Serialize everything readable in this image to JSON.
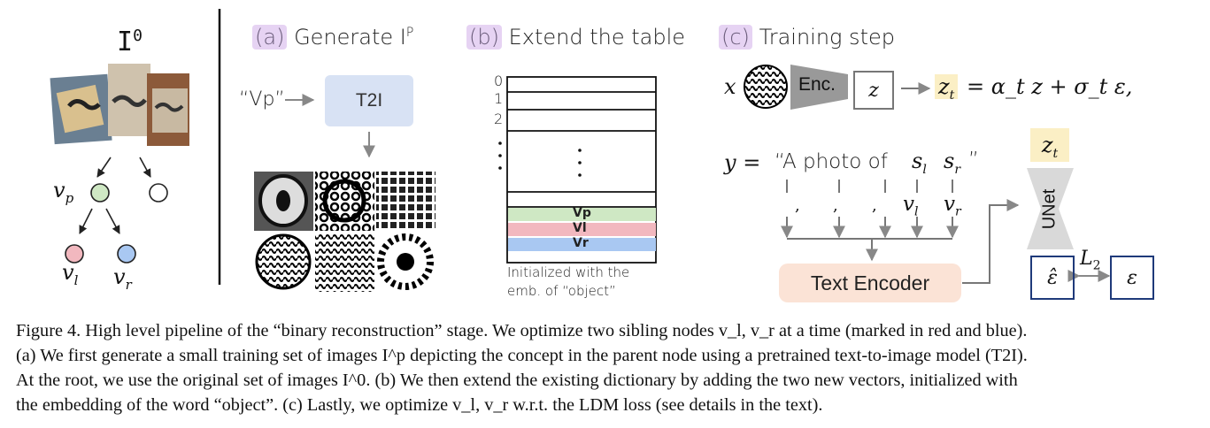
{
  "root_label": "I",
  "root_sup": "0",
  "tree": {
    "vp": "v",
    "vp_sub": "p",
    "vl": "v",
    "vl_sub": "l",
    "vr": "v",
    "vr_sub": "r"
  },
  "panel_a": {
    "tag": "(a)",
    "title": "Generate I",
    "title_sup": "P",
    "input": "“Vp”",
    "model": "T2I"
  },
  "panel_b": {
    "tag": "(b)",
    "title": "Extend the table",
    "rows": [
      "0",
      "1",
      "2"
    ],
    "new_rows": [
      "Vp",
      "Vl",
      "Vr"
    ],
    "note_1": "Initialized with the",
    "note_2": "emb. of “object”"
  },
  "panel_c": {
    "tag": "(c)",
    "title": "Training step",
    "x": "x",
    "enc": "Enc.",
    "z": "z",
    "zt": "z",
    "zt_sub": "t",
    "noise_eq": "= α_t z + σ_t ε,",
    "y_prefix": "y =",
    "prompt": "“A  photo of",
    "sl": "s",
    "sl_sub": "l",
    "sr": "s",
    "sr_sub": "r",
    "close_quote": "”",
    "dot": ",",
    "vl": "v",
    "vl_sub": "l",
    "vr": "v",
    "vr_sub": "r",
    "text_encoder": "Text Encoder",
    "unet": "UNet",
    "eps_hat": "ε̂",
    "loss": "L",
    "loss_sub": "2",
    "eps": "ε"
  },
  "caption_lines": [
    "Figure 4. High level pipeline of the “binary reconstruction” stage. We optimize two sibling nodes v_l, v_r at a time (marked in red and blue).",
    "(a) We first generate a small training set of images I^p depicting the concept in the parent node using a pretrained text-to-image model (T2I).",
    "At the root, we use the original set of images I^0. (b) We then extend the existing dictionary by adding the two new vectors, initialized with",
    "the embedding of the word “object”. (c) Lastly, we optimize v_l, v_r w.r.t. the LDM loss (see details in the text)."
  ],
  "colors": {
    "vp_node": "#cfe8c4",
    "vl_node": "#f2b8bf",
    "vr_node": "#a9c8f2",
    "t2i": "#d8e2f4",
    "text_encoder": "#fbe3d6",
    "zt_highlight": "#fbefc5",
    "tag_highlight": "#e6d3f3",
    "eps_border": "#1f3a7a"
  }
}
